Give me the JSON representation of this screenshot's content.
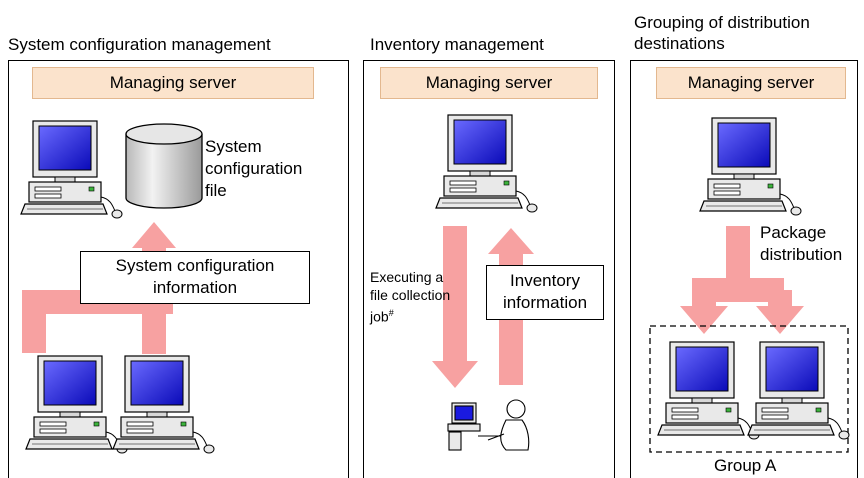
{
  "panels": [
    {
      "title": "System configuration management",
      "server_label": "Managing server",
      "file_label": "System configuration file",
      "file_lines": [
        "System",
        "configuration",
        "file"
      ],
      "info_lines": [
        "System configuration",
        "information"
      ]
    },
    {
      "title": "Inventory management",
      "server_label": "Managing server",
      "job_lines": [
        "Executing a",
        "file collection",
        "job"
      ],
      "job_superscript": "#",
      "info_lines": [
        "Inventory",
        "information"
      ]
    },
    {
      "title_lines": [
        "Grouping of distribution",
        "destinations"
      ],
      "server_label": "Managing server",
      "dist_lines": [
        "Package",
        "distribution"
      ],
      "group_label": "Group A"
    }
  ],
  "colors": {
    "arrow": "#f7a1a1",
    "server_box": "#fbe3cc",
    "screen": "#1a1ae0"
  }
}
